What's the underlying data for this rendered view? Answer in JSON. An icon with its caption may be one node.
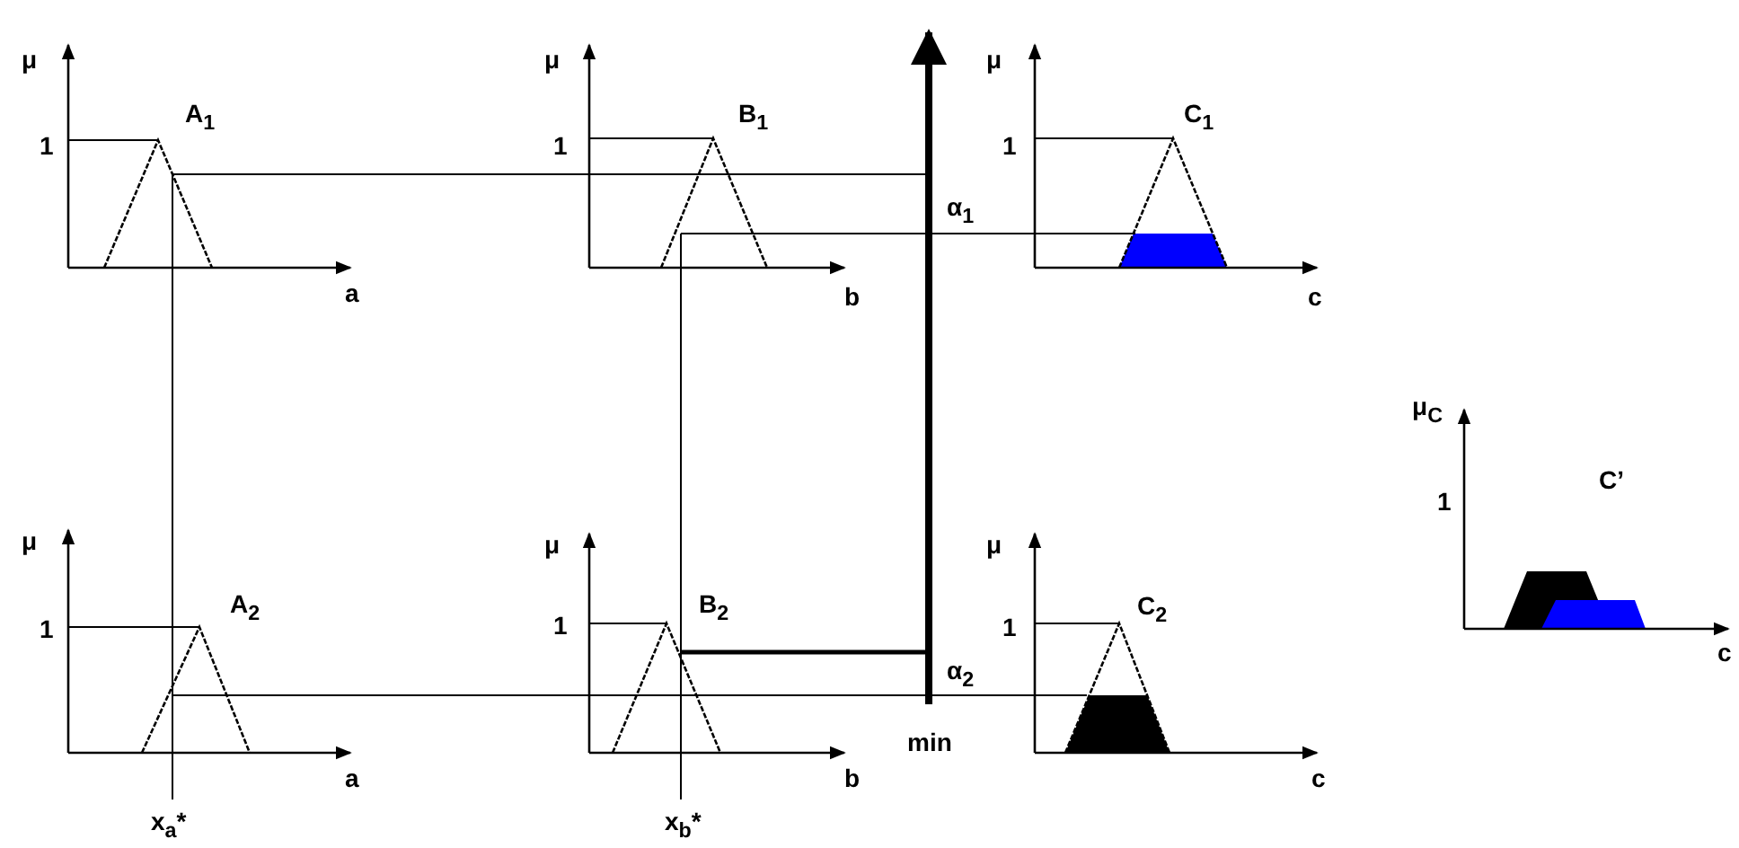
{
  "diagram": {
    "labels": [
      "μ",
      "μ",
      "μ",
      "A$_{1}$",
      "B$_{1}$",
      "C$_{1}$",
      "1",
      "1",
      "1",
      "α$_{1}$",
      "a",
      "b",
      "c",
      "μ$_{C}$",
      "C’",
      "1",
      "μ",
      "μ",
      "μ",
      "A$_{2}$",
      "B$_{2}$",
      "C$_{2}$",
      "1",
      "1",
      "1",
      "α$_{2}$",
      "a",
      "b",
      "min",
      "c",
      "c",
      "x$_{a}$*",
      "x$_{b}$*"
    ]
  }
}
